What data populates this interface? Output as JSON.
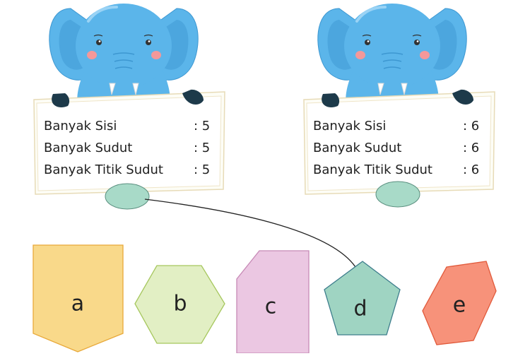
{
  "cards": [
    {
      "rows": [
        {
          "label": "Banyak Sisi",
          "value": ": 5"
        },
        {
          "label": "Banyak Sudut",
          "value": ": 5"
        },
        {
          "label": "Banyak Titik Sudut",
          "value": ": 5"
        }
      ]
    },
    {
      "rows": [
        {
          "label": "Banyak Sisi",
          "value": ": 6"
        },
        {
          "label": "Banyak Sudut",
          "value": ": 6"
        },
        {
          "label": "Banyak Titik Sudut",
          "value": ": 6"
        }
      ]
    }
  ],
  "shapes": [
    {
      "label": "a",
      "kind": "pentagon-shield",
      "color": "#f9d98a"
    },
    {
      "label": "b",
      "kind": "hexagon",
      "color": "#e2efc4"
    },
    {
      "label": "c",
      "kind": "pentagon-cut",
      "color": "#ebc7e2"
    },
    {
      "label": "d",
      "kind": "pentagon",
      "color": "#9fd4c2"
    },
    {
      "label": "e",
      "kind": "hexagon-tilted",
      "color": "#f7927a"
    }
  ],
  "colors": {
    "elephant": "#5bb5ea",
    "elephant_dark": "#3d97d1",
    "cheek": "#f4989a",
    "oval_answer": "#a8dac8",
    "connector": "#222222"
  }
}
